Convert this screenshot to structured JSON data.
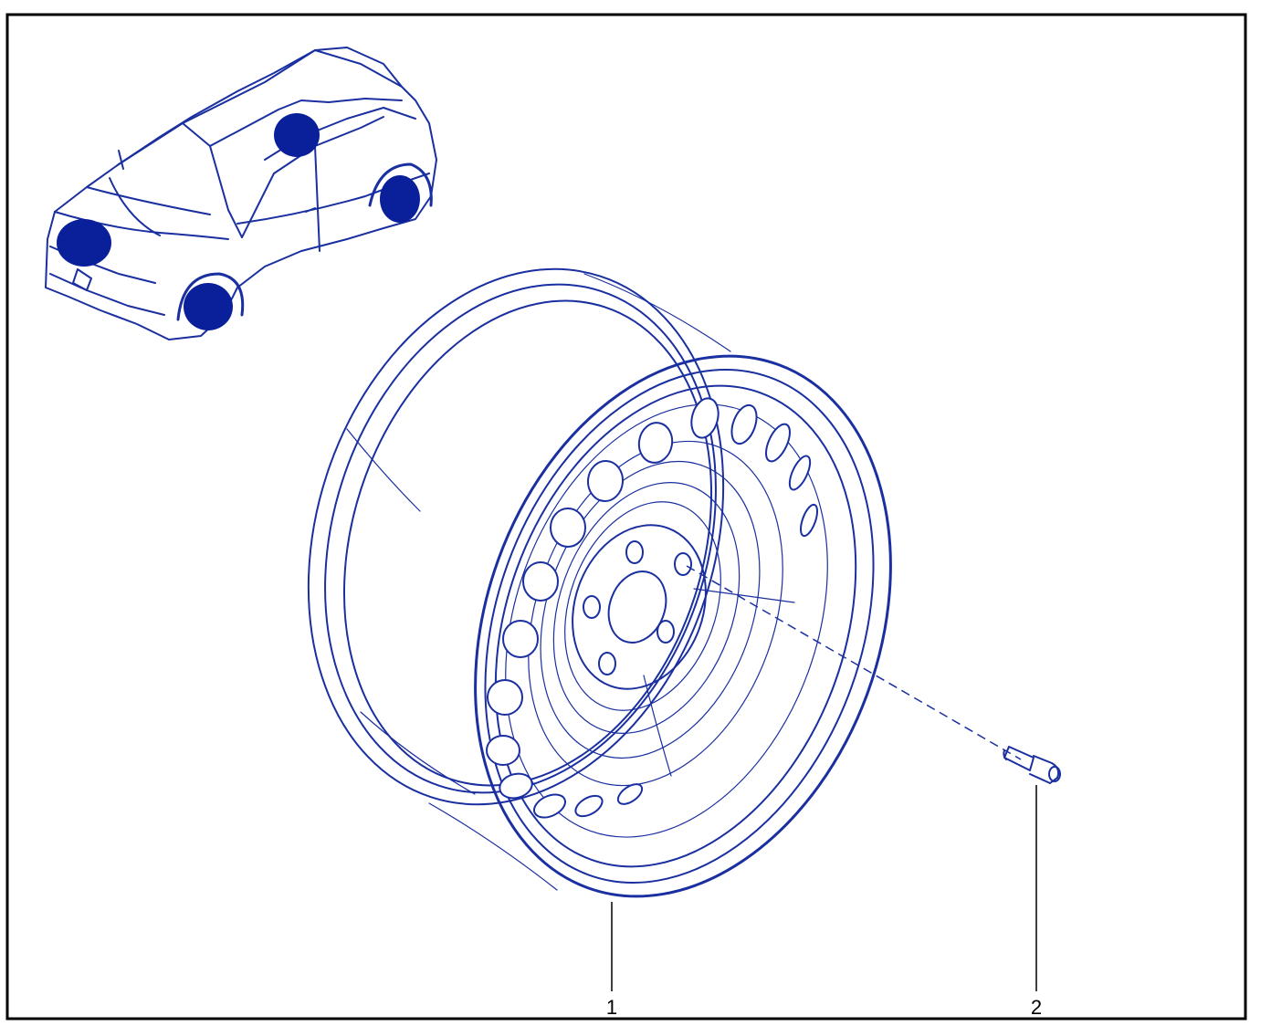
{
  "diagram": {
    "callouts": [
      {
        "id": "wheel-rim",
        "label": "1"
      },
      {
        "id": "wheel-bolt",
        "label": "2"
      }
    ],
    "colors": {
      "line_art": "#1a2fa0",
      "highlight_fill": "#0a1f9a",
      "frame": "#000000",
      "background": "#ffffff"
    },
    "icons": [
      "car-locator-icon",
      "wheel-position-marker-icon"
    ]
  }
}
